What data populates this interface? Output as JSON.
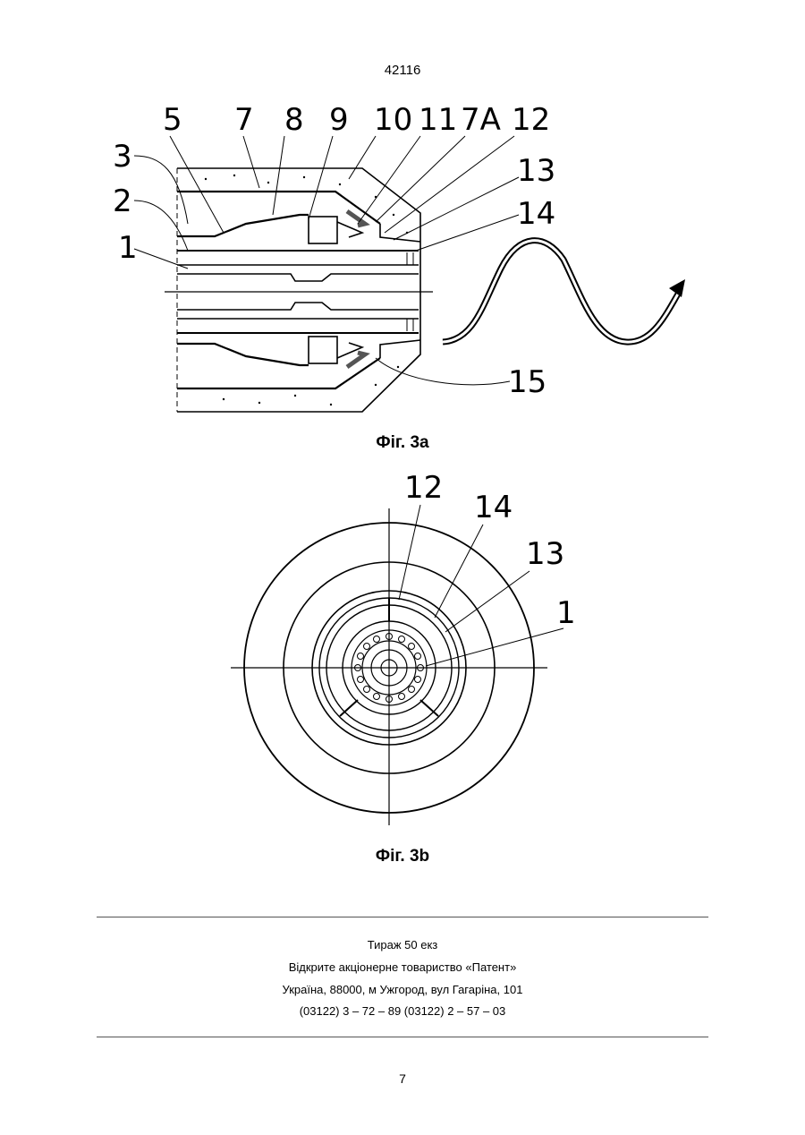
{
  "document": {
    "doc_number": "42116",
    "page_number": "7"
  },
  "figure_3a": {
    "caption": "Фіг. 3а",
    "labels": {
      "l5": "5",
      "l7": "7",
      "l8": "8",
      "l9": "9",
      "l10": "10",
      "l11": "11",
      "l7a": "7A",
      "l12": "12",
      "l3": "3",
      "l13": "13",
      "l2": "2",
      "l14": "14",
      "l1": "1",
      "l15": "15"
    }
  },
  "figure_3b": {
    "caption": "Фіг. 3b",
    "labels": {
      "l12": "12",
      "l14": "14",
      "l13": "13",
      "l1": "1"
    }
  },
  "imprint": {
    "line1": "Тираж 50 екз",
    "line2": "Відкрите акціонерне товариство «Патент»",
    "line3": "Україна, 88000, м  Ужгород, вул  Гагаріна, 101",
    "line4": "(03122) 3 – 72 – 89  (03122) 2 – 57 – 03"
  }
}
